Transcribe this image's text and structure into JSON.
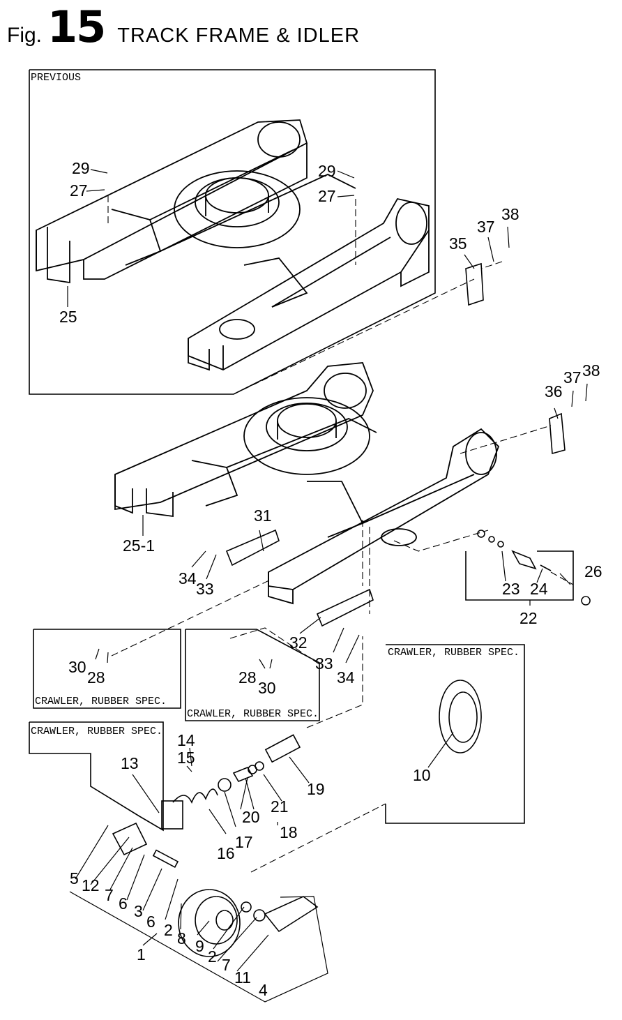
{
  "header": {
    "fig_prefix": "Fig.",
    "fig_number": "15",
    "title": "TRACK FRAME & IDLER"
  },
  "boxes": {
    "previous": "PREVIOUS",
    "rubber_left": "CRAWLER, RUBBER SPEC.",
    "rubber_middle": "CRAWLER, RUBBER SPEC.",
    "rubber_right": "CRAWLER, RUBBER SPEC.",
    "rubber_lower_left": "CRAWLER, RUBBER SPEC."
  },
  "part_numbers": {
    "p29a": "29",
    "p27a": "27",
    "p25": "25",
    "p29b": "29",
    "p27b": "27",
    "p35": "35",
    "p37a": "37",
    "p38a": "38",
    "p36": "36",
    "p37b": "37",
    "p38b": "38",
    "p25_1": "25-1",
    "p31": "31",
    "p34a": "34",
    "p33a": "33",
    "p23": "23",
    "p24": "24",
    "p26": "26",
    "p22": "22",
    "p30a": "30",
    "p28a": "28",
    "p32": "32",
    "p28b": "28",
    "p30b": "30",
    "p33b": "33",
    "p34b": "34",
    "p10": "10",
    "p14": "14",
    "p15": "15",
    "p13": "13",
    "p19": "19",
    "p21": "21",
    "p20": "20",
    "p18": "18",
    "p16": "16",
    "p17": "17",
    "p5": "5",
    "p12": "12",
    "p7a": "7",
    "p6a": "6",
    "p3": "3",
    "p6b": "6",
    "p2a": "2",
    "p8": "8",
    "p9": "9",
    "p2b": "2",
    "p7b": "7",
    "p11": "11",
    "p1": "1",
    "p4": "4"
  }
}
